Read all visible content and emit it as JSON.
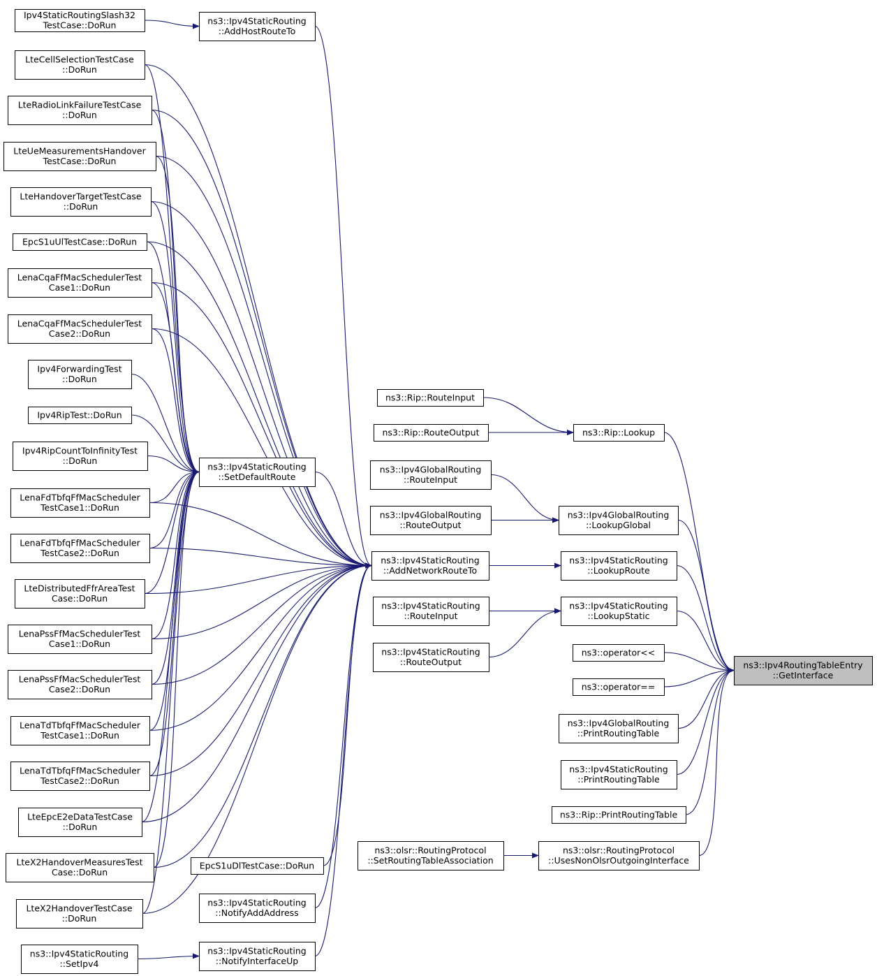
{
  "diagram": {
    "nodes": [
      {
        "id": "ipv4slash32",
        "lines": [
          "Ipv4StaticRoutingSlash32",
          "TestCase::DoRun"
        ]
      },
      {
        "id": "addhostroute",
        "lines": [
          "ns3::Ipv4StaticRouting",
          "::AddHostRouteTo"
        ]
      },
      {
        "id": "ltecellsel",
        "lines": [
          "LteCellSelectionTestCase",
          "::DoRun"
        ]
      },
      {
        "id": "lteradiolink",
        "lines": [
          "LteRadioLinkFailureTestCase",
          "::DoRun"
        ]
      },
      {
        "id": "lteuemeas",
        "lines": [
          "LteUeMeasurementsHandover",
          "TestCase::DoRun"
        ]
      },
      {
        "id": "ltehotarget",
        "lines": [
          "LteHandoverTargetTestCase",
          "::DoRun"
        ]
      },
      {
        "id": "epcs1uul",
        "lines": [
          "EpcS1uUlTestCase::DoRun"
        ]
      },
      {
        "id": "lenacqa1",
        "lines": [
          "LenaCqaFfMacSchedulerTest",
          "Case1::DoRun"
        ]
      },
      {
        "id": "lenacqa2",
        "lines": [
          "LenaCqaFfMacSchedulerTest",
          "Case2::DoRun"
        ]
      },
      {
        "id": "ipv4fwd",
        "lines": [
          "Ipv4ForwardingTest",
          "::DoRun"
        ]
      },
      {
        "id": "ipv4rip",
        "lines": [
          "Ipv4RipTest::DoRun"
        ]
      },
      {
        "id": "ipv4ripcount",
        "lines": [
          "Ipv4RipCountToInfinityTest",
          "::DoRun"
        ]
      },
      {
        "id": "setdefault",
        "lines": [
          "ns3::Ipv4StaticRouting",
          "::SetDefaultRoute"
        ]
      },
      {
        "id": "lenafd1",
        "lines": [
          "LenaFdTbfqFfMacScheduler",
          "TestCase1::DoRun"
        ]
      },
      {
        "id": "lenafd2",
        "lines": [
          "LenaFdTbfqFfMacScheduler",
          "TestCase2::DoRun"
        ]
      },
      {
        "id": "ltedistffr",
        "lines": [
          "LteDistributedFfrAreaTest",
          "Case::DoRun"
        ]
      },
      {
        "id": "lenapss1",
        "lines": [
          "LenaPssFfMacSchedulerTest",
          "Case1::DoRun"
        ]
      },
      {
        "id": "lenapss2",
        "lines": [
          "LenaPssFfMacSchedulerTest",
          "Case2::DoRun"
        ]
      },
      {
        "id": "lenatd1",
        "lines": [
          "LenaTdTbfqFfMacScheduler",
          "TestCase1::DoRun"
        ]
      },
      {
        "id": "lenatd2",
        "lines": [
          "LenaTdTbfqFfMacScheduler",
          "TestCase2::DoRun"
        ]
      },
      {
        "id": "lteepce2e",
        "lines": [
          "LteEpcE2eDataTestCase",
          "::DoRun"
        ]
      },
      {
        "id": "ltex2meas",
        "lines": [
          "LteX2HandoverMeasuresTest",
          "Case::DoRun"
        ]
      },
      {
        "id": "ltex2ho",
        "lines": [
          "LteX2HandoverTestCase",
          "::DoRun"
        ]
      },
      {
        "id": "setipv4",
        "lines": [
          "ns3::Ipv4StaticRouting",
          "::SetIpv4"
        ]
      },
      {
        "id": "epcs1udl",
        "lines": [
          "EpcS1uDlTestCase::DoRun"
        ]
      },
      {
        "id": "notifyaddr",
        "lines": [
          "ns3::Ipv4StaticRouting",
          "::NotifyAddAddress"
        ]
      },
      {
        "id": "notifyifup",
        "lines": [
          "ns3::Ipv4StaticRouting",
          "::NotifyInterfaceUp"
        ]
      },
      {
        "id": "addnetroute",
        "lines": [
          "ns3::Ipv4StaticRouting",
          "::AddNetworkRouteTo"
        ]
      },
      {
        "id": "riprouteinput",
        "lines": [
          "ns3::Rip::RouteInput"
        ]
      },
      {
        "id": "riprouteoutput",
        "lines": [
          "ns3::Rip::RouteOutput"
        ]
      },
      {
        "id": "globalrouteinput",
        "lines": [
          "ns3::Ipv4GlobalRouting",
          "::RouteInput"
        ]
      },
      {
        "id": "globalrouteoutput",
        "lines": [
          "ns3::Ipv4GlobalRouting",
          "::RouteOutput"
        ]
      },
      {
        "id": "staticrouteinput",
        "lines": [
          "ns3::Ipv4StaticRouting",
          "::RouteInput"
        ]
      },
      {
        "id": "staticrouteoutput",
        "lines": [
          "ns3::Ipv4StaticRouting",
          "::RouteOutput"
        ]
      },
      {
        "id": "olsrsetrta",
        "lines": [
          "ns3::olsr::RoutingProtocol",
          "::SetRoutingTableAssociation"
        ]
      },
      {
        "id": "riplookup",
        "lines": [
          "ns3::Rip::Lookup"
        ]
      },
      {
        "id": "lookupglobal",
        "lines": [
          "ns3::Ipv4GlobalRouting",
          "::LookupGlobal"
        ]
      },
      {
        "id": "lookuproute",
        "lines": [
          "ns3::Ipv4StaticRouting",
          "::LookupRoute"
        ]
      },
      {
        "id": "lookupstatic",
        "lines": [
          "ns3::Ipv4StaticRouting",
          "::LookupStatic"
        ]
      },
      {
        "id": "oplt",
        "lines": [
          "ns3::operator<<"
        ]
      },
      {
        "id": "opeq",
        "lines": [
          "ns3::operator=="
        ]
      },
      {
        "id": "globalprint",
        "lines": [
          "ns3::Ipv4GlobalRouting",
          "::PrintRoutingTable"
        ]
      },
      {
        "id": "staticprint",
        "lines": [
          "ns3::Ipv4StaticRouting",
          "::PrintRoutingTable"
        ]
      },
      {
        "id": "ripprint",
        "lines": [
          "ns3::Rip::PrintRoutingTable"
        ]
      },
      {
        "id": "olsruses",
        "lines": [
          "ns3::olsr::RoutingProtocol",
          "::UsesNonOlsrOutgoingInterface"
        ]
      },
      {
        "id": "getinterface",
        "lines": [
          "ns3::Ipv4RoutingTableEntry",
          "::GetInterface"
        ],
        "highlight": true
      }
    ],
    "edges": [
      [
        "ipv4slash32",
        "addhostroute"
      ],
      [
        "addhostroute",
        "addnetroute"
      ],
      [
        "ltecellsel",
        "setdefault"
      ],
      [
        "ltecellsel",
        "addnetroute"
      ],
      [
        "lteradiolink",
        "setdefault"
      ],
      [
        "lteradiolink",
        "addnetroute"
      ],
      [
        "lteuemeas",
        "setdefault"
      ],
      [
        "lteuemeas",
        "addnetroute"
      ],
      [
        "ltehotarget",
        "setdefault"
      ],
      [
        "ltehotarget",
        "addnetroute"
      ],
      [
        "epcs1uul",
        "setdefault"
      ],
      [
        "epcs1uul",
        "addnetroute"
      ],
      [
        "lenacqa1",
        "setdefault"
      ],
      [
        "lenacqa1",
        "addnetroute"
      ],
      [
        "lenacqa2",
        "setdefault"
      ],
      [
        "lenacqa2",
        "addnetroute"
      ],
      [
        "ipv4fwd",
        "setdefault"
      ],
      [
        "ipv4rip",
        "setdefault"
      ],
      [
        "ipv4ripcount",
        "setdefault"
      ],
      [
        "lenafd1",
        "setdefault"
      ],
      [
        "lenafd1",
        "addnetroute"
      ],
      [
        "lenafd2",
        "setdefault"
      ],
      [
        "lenafd2",
        "addnetroute"
      ],
      [
        "ltedistffr",
        "setdefault"
      ],
      [
        "ltedistffr",
        "addnetroute"
      ],
      [
        "lenapss1",
        "setdefault"
      ],
      [
        "lenapss1",
        "addnetroute"
      ],
      [
        "lenapss2",
        "setdefault"
      ],
      [
        "lenapss2",
        "addnetroute"
      ],
      [
        "lenatd1",
        "setdefault"
      ],
      [
        "lenatd1",
        "addnetroute"
      ],
      [
        "lenatd2",
        "setdefault"
      ],
      [
        "lenatd2",
        "addnetroute"
      ],
      [
        "lteepce2e",
        "setdefault"
      ],
      [
        "lteepce2e",
        "addnetroute"
      ],
      [
        "ltex2meas",
        "setdefault"
      ],
      [
        "ltex2meas",
        "addnetroute"
      ],
      [
        "ltex2ho",
        "setdefault"
      ],
      [
        "ltex2ho",
        "addnetroute"
      ],
      [
        "setipv4",
        "notifyifup"
      ],
      [
        "setdefault",
        "addnetroute"
      ],
      [
        "epcs1udl",
        "addnetroute"
      ],
      [
        "notifyaddr",
        "addnetroute"
      ],
      [
        "notifyifup",
        "addnetroute"
      ],
      [
        "riprouteinput",
        "riplookup"
      ],
      [
        "riprouteoutput",
        "riplookup"
      ],
      [
        "globalrouteinput",
        "lookupglobal"
      ],
      [
        "globalrouteoutput",
        "lookupglobal"
      ],
      [
        "addnetroute",
        "lookuproute"
      ],
      [
        "staticrouteinput",
        "lookupstatic"
      ],
      [
        "staticrouteoutput",
        "lookupstatic"
      ],
      [
        "olsrsetrta",
        "olsruses"
      ],
      [
        "riplookup",
        "getinterface"
      ],
      [
        "lookupglobal",
        "getinterface"
      ],
      [
        "lookuproute",
        "getinterface"
      ],
      [
        "lookupstatic",
        "getinterface"
      ],
      [
        "oplt",
        "getinterface"
      ],
      [
        "opeq",
        "getinterface"
      ],
      [
        "globalprint",
        "getinterface"
      ],
      [
        "staticprint",
        "getinterface"
      ],
      [
        "ripprint",
        "getinterface"
      ],
      [
        "olsruses",
        "getinterface"
      ]
    ],
    "colors": {
      "edge": "#191970",
      "node_border": "#000000",
      "highlight_fill": "#bfbfbf"
    }
  }
}
